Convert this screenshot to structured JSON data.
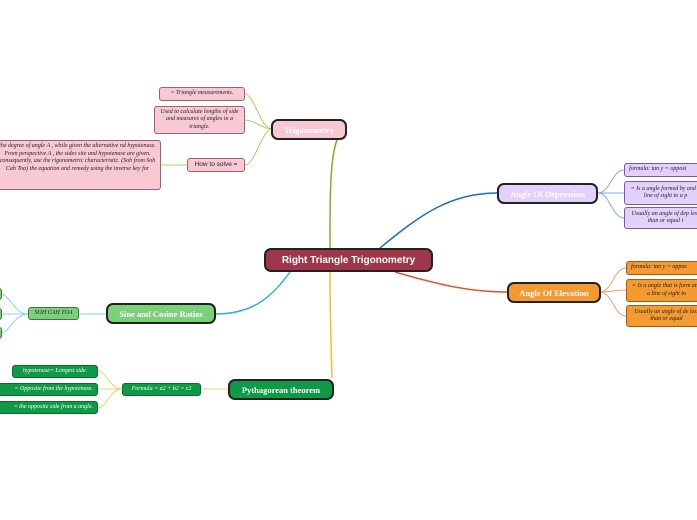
{
  "central": "Right Triangle Trigonometry",
  "trigonometry": {
    "title": "Trigonometry",
    "items": [
      "= Triangle measurements.",
      "Used to calculate lengths of side and measures of angles in a triangle.",
      "How to solve ="
    ],
    "how_to_solve_detail": "the degree of angle A , while given the alternative nd hypotenuse. From perspective A , the sides site and hypotenuse are given. consequently, use the rigonometric characteristic. (Soh from Soh Cah Toa) the equation and remedy using the inverse key for"
  },
  "depression": {
    "title": "Angle Of Depression",
    "items": [
      "formula: tan y = opposi",
      "= Is a angle formed by and a line of sight to a p",
      "Usually an angle of dep less than or equal t"
    ]
  },
  "elevation": {
    "title": "Angle Of Elevation",
    "items": [
      "formula: tan y = oppos",
      "= Is a angle that is form and a line of sight to",
      "Usually an angle of de less than or equal"
    ]
  },
  "sine_cosine": {
    "title": "Sine and Cosine Ratios",
    "sub": "SOH CAH TOA"
  },
  "pythagorean": {
    "title": "Pythagorean theorem",
    "formula": "Formula = a2 + b2 = c2",
    "items": [
      "hypotenuse= Longest side.",
      "= Opposite from the hypotenuse.",
      "= the opposite side from a angle."
    ]
  },
  "colors": {
    "trigonometry": "#f8c8d3",
    "depression": "#e3d0fb",
    "elevation": "#f39a30",
    "sine_cosine": "#7dd07a",
    "pythagorean": "#0f9a45",
    "central": "#a0364a"
  }
}
